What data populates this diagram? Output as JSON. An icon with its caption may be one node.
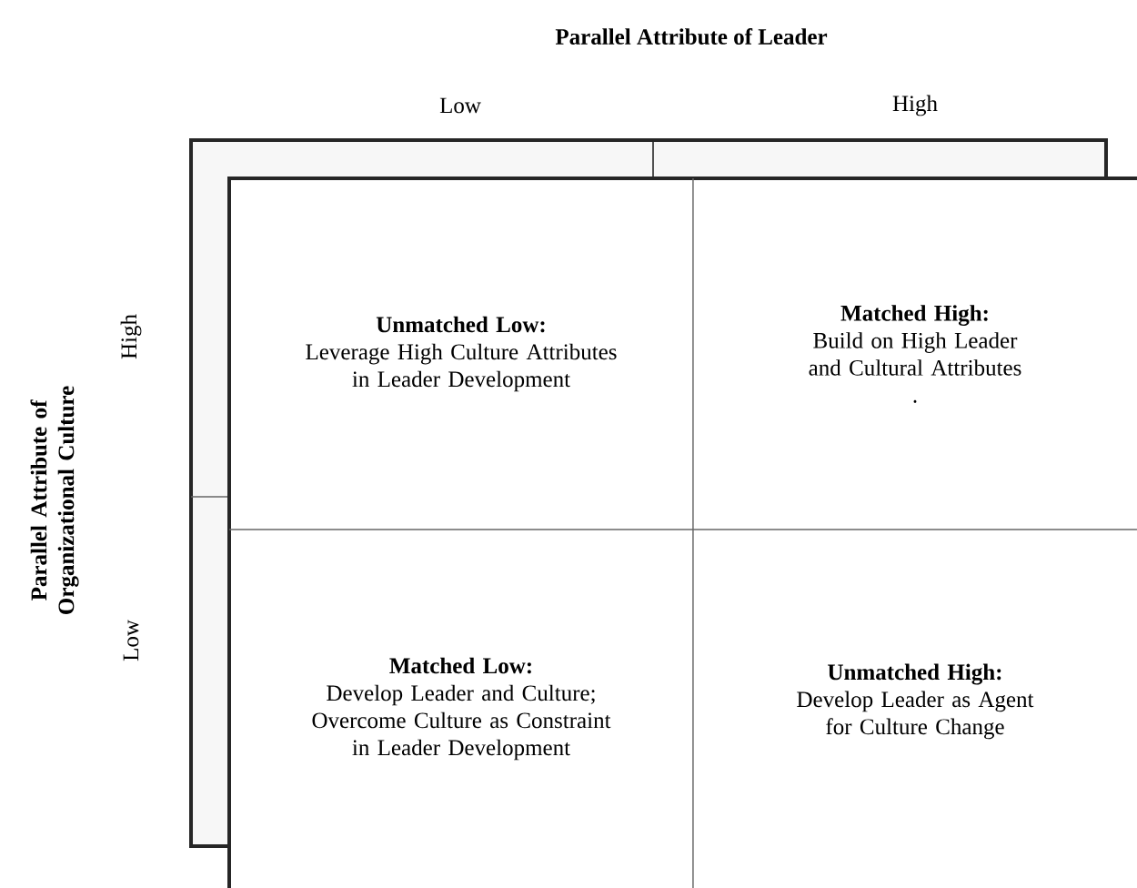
{
  "diagram": {
    "title": "Parallel Attribute of Leader",
    "nodes": [
      {
        "text": [
          "Unmatched Low:",
          "Leverage High Culture Attributes in Leader Development"
        ]
      },
      {
        "text": [
          "Matched High:",
          "Build on High Leader and Cultural Attributes",
          "."
        ]
      },
      {
        "text": [
          "Matched Low:",
          "Develop Leader and Culture; Overcome Culture as Constraint in Leader Development"
        ]
      },
      {
        "text": [
          "Unmatched High:",
          "Develop Leader as Agent for Culture Change"
        ]
      }
    ],
    "labels": [
      "Low",
      "High",
      "Parallel Attribute of Organizational Culture",
      "High",
      "Low"
    ]
  }
}
